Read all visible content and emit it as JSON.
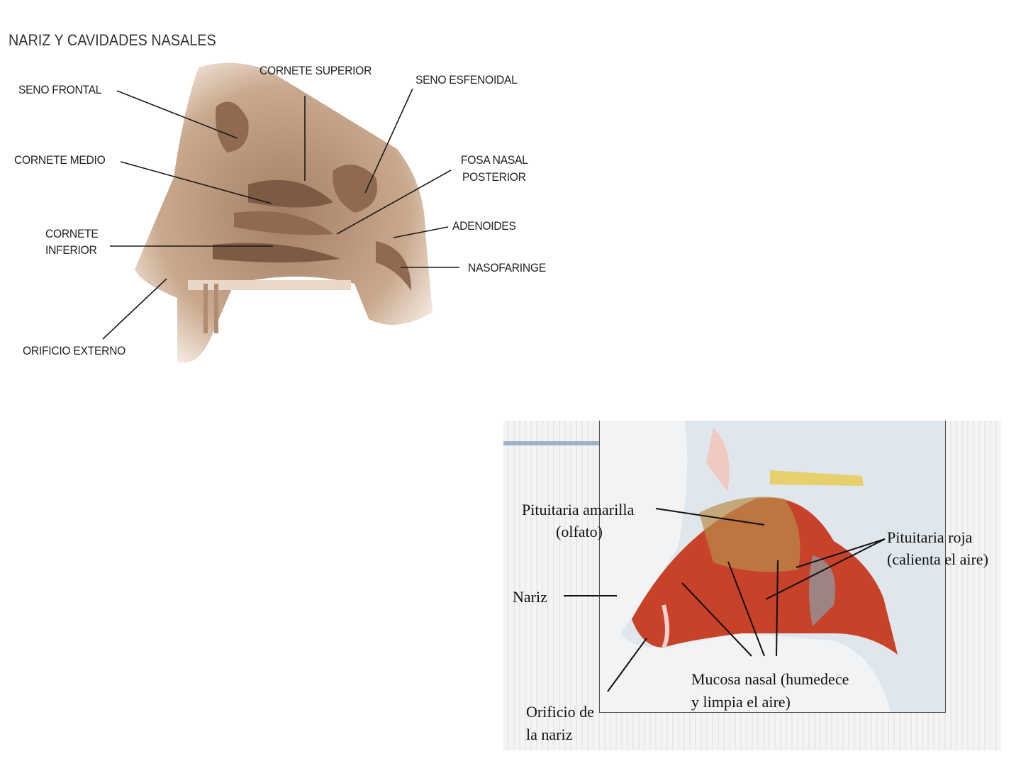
{
  "top_figure": {
    "title": "NARIZ Y CAVIDADES NASALES",
    "labels": {
      "cornete_superior": "CORNETE SUPERIOR",
      "seno_frontal": "SENO FRONTAL",
      "seno_esfenoidal": "SENO ESFENOIDAL",
      "cornete_medio": "CORNETE MEDIO",
      "fosa_nasal_1": "FOSA NASAL",
      "fosa_nasal_2": "POSTERIOR",
      "cornete_inferior_1": "CORNETE",
      "cornete_inferior_2": "INFERIOR",
      "adenoides": "ADENOIDES",
      "nasofaringe": "NASOFARINGE",
      "orificio_externo": "ORIFICIO EXTERNO"
    }
  },
  "bottom_figure": {
    "labels": {
      "pituitaria_amarilla_1": "Pituitaria amarilla",
      "pituitaria_amarilla_2": "(olfato)",
      "pituitaria_roja_1": "Pituitaria roja",
      "pituitaria_roja_2": "(calienta el aire)",
      "nariz": "Nariz",
      "mucosa_1": "Mucosa nasal (humedece",
      "mucosa_2": "y limpia el aire)",
      "orificio_1": "Orificio de",
      "orificio_2": "la nariz"
    }
  }
}
